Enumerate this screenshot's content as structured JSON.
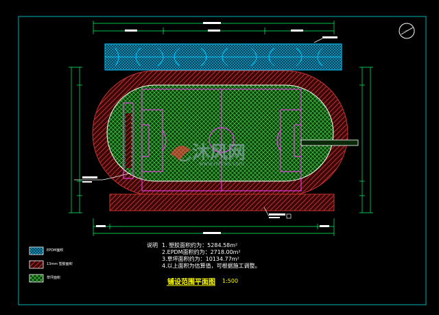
{
  "drawing": {
    "title": "铺设范围平面图",
    "scale": "1:500",
    "colors": {
      "background": "#000000",
      "frame": "#00b4b4",
      "dimension": "#00ff66",
      "track": "#9b1f1f",
      "field": "#1e8a1e",
      "field_line": "#ff40ff",
      "stand": "#00c8ff",
      "text": "#ffffff",
      "title": "#ffff00"
    }
  },
  "notes": {
    "label": "说明",
    "items": [
      "1. 塑胶面积约为：5284.58m²",
      "2.EPDM面积约为：2718.00m²",
      "3.草坪面积约为：10134.77m²",
      "4.以上面积为估算值，可根据施工调整。"
    ]
  },
  "legend": {
    "items": [
      {
        "symbol": "stand-hatch",
        "label": "EPDM面积"
      },
      {
        "symbol": "track-hatch",
        "label": "13mm 塑胶面积"
      },
      {
        "symbol": "grass-hatch",
        "label": "草坪面积"
      }
    ]
  },
  "watermark": {
    "brand": "沐风网",
    "url": "www.mfcad.com"
  },
  "icons": {
    "north": "north-arrow-icon",
    "logo": "watermark-logo-icon"
  }
}
